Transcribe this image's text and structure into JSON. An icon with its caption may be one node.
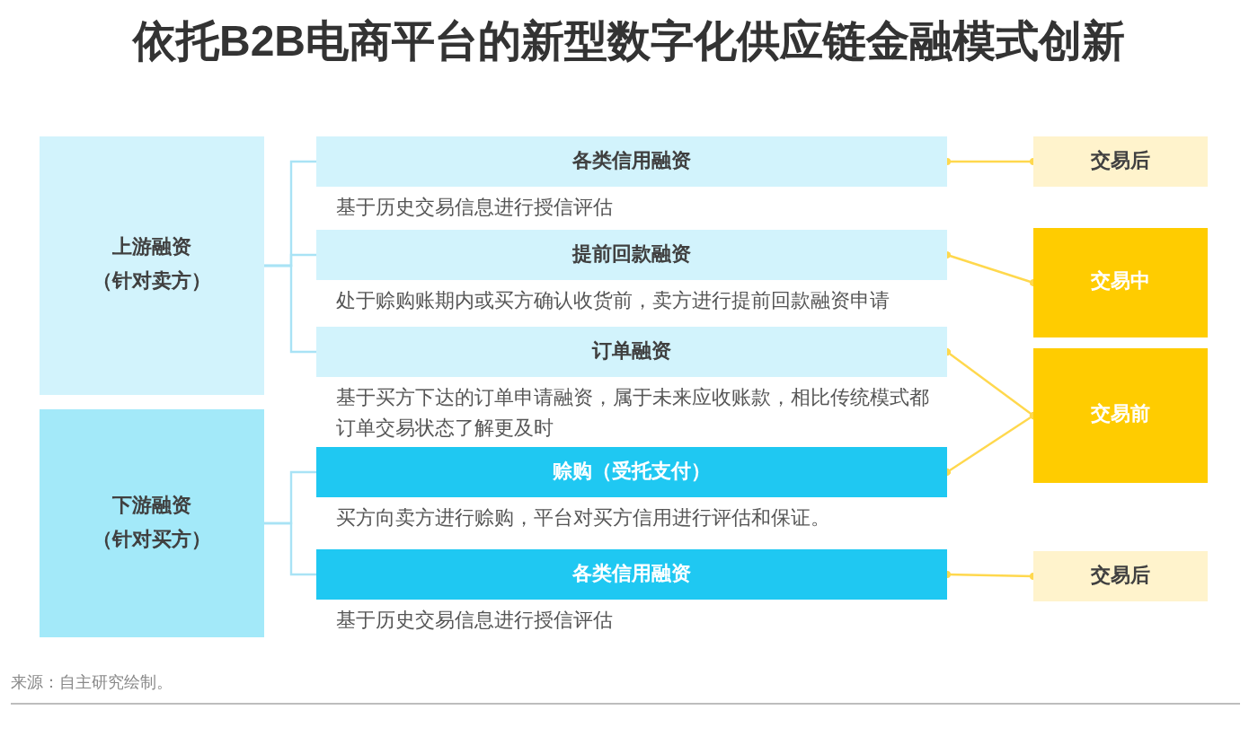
{
  "diagram": {
    "title": "依托B2B电商平台的新型数字化供应链金融模式创新",
    "nodes": [
      {
        "text": [
          "上游融资",
          "（针对卖方）"
        ]
      },
      {
        "text": [
          "下游融资",
          "（针对买方）"
        ]
      },
      {
        "text": [
          "各类信用融资"
        ],
        "beside": [
          "基于历史交易信息进行授信评估"
        ]
      },
      {
        "text": [
          "提前回款融资"
        ],
        "beside": [
          "处于赊购账期内或买方确认收货前，卖方进行提前回款融资申请"
        ]
      },
      {
        "text": [
          "订单融资"
        ],
        "beside": [
          "基于买方下达的订单申请融资，属于未来应收账款，相比传统模式都订单交易状态了解更及时"
        ]
      },
      {
        "text": [
          "赊购（受托支付）"
        ],
        "beside": [
          "买方向卖方进行赊购，平台对买方信用进行评估和保证。"
        ]
      },
      {
        "text": [
          "各类信用融资"
        ],
        "beside": [
          "基于历史交易信息进行授信评估"
        ]
      },
      {
        "text": [
          "交易后"
        ]
      },
      {
        "text": [
          "交易中"
        ]
      },
      {
        "text": [
          "交易前"
        ]
      },
      {
        "text": [
          "交易后"
        ]
      }
    ],
    "edges": [
      {
        "from": 0,
        "to": 2,
        "arrow": "none"
      },
      {
        "from": 0,
        "to": 3,
        "arrow": "none"
      },
      {
        "from": 0,
        "to": 4,
        "arrow": "none"
      },
      {
        "from": 1,
        "to": 5,
        "arrow": "none"
      },
      {
        "from": 1,
        "to": 6,
        "arrow": "none"
      },
      {
        "from": 2,
        "to": 7,
        "arrow": "other",
        "color": "#ffd84d"
      },
      {
        "from": 3,
        "to": 8,
        "arrow": "other",
        "color": "#ffd84d"
      },
      {
        "from": 4,
        "to": 9,
        "arrow": "other",
        "color": "#ffd84d"
      },
      {
        "from": 5,
        "to": 9,
        "arrow": "other",
        "color": "#ffd84d"
      },
      {
        "from": 6,
        "to": 10,
        "arrow": "other",
        "color": "#ffd84d"
      }
    ],
    "labels": [
      "来源：自主研究绘制。"
    ]
  }
}
